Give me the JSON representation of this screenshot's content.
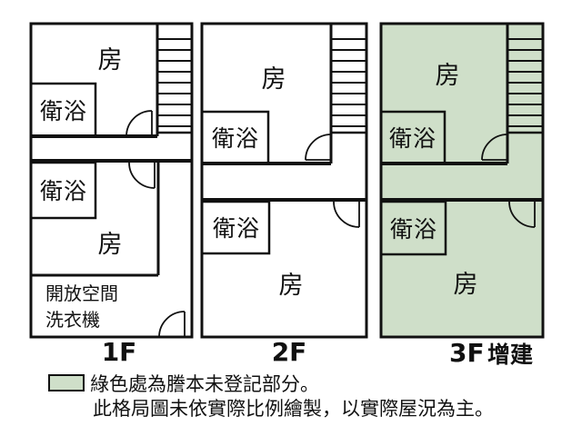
{
  "colors": {
    "background": "#ffffff",
    "wall": "#111111",
    "green_fill": "#cfdfc9"
  },
  "floors": [
    {
      "label": "1F",
      "top_room": "房",
      "top_bath": "衛浴",
      "bottom_bath": "衛浴",
      "bottom_room": "房",
      "open_space": "開放空間",
      "washer": "洗衣機"
    },
    {
      "label": "2F",
      "top_room": "房",
      "top_bath": "衛浴",
      "bottom_bath": "衛浴",
      "bottom_room": "房"
    },
    {
      "label": "3F",
      "suffix": "增建",
      "top_room": "房",
      "top_bath": "衛浴",
      "bottom_bath": "衛浴",
      "bottom_room": "房"
    }
  ],
  "legend": {
    "note1": "綠色處為謄本未登記部分。",
    "note2": "此格局圖未依實際比例繪製，以實際屋況為主。"
  }
}
